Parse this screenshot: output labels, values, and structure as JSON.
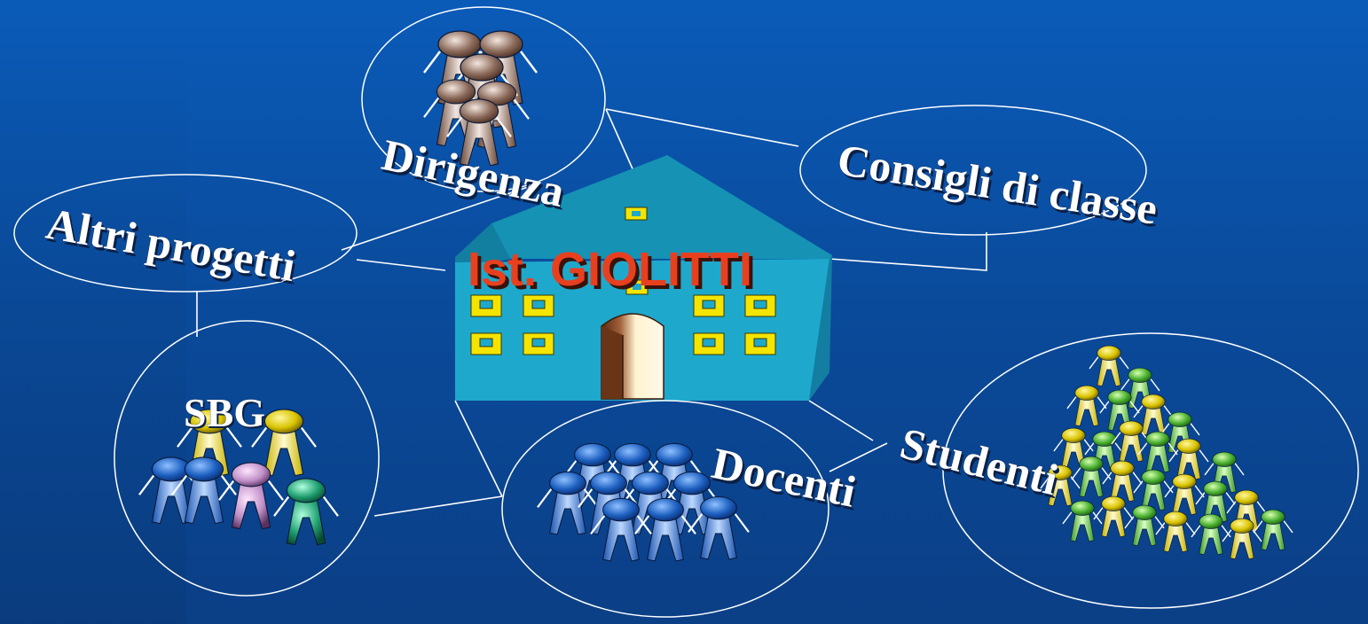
{
  "school": {
    "name": "Ist. GIOLITTI"
  },
  "nodes": {
    "dirigenza": {
      "label": "Dirigenza"
    },
    "consigli": {
      "label": "Consigli di classe"
    },
    "altri": {
      "label": "Altri progetti"
    },
    "sbg": {
      "label": "SBG"
    },
    "docenti": {
      "label": "Docenti"
    },
    "studenti": {
      "label": "Studenti"
    }
  },
  "colors": {
    "background": "#0a4fa6",
    "building_front": "#1fa6c8",
    "building_roof": "#1590b4",
    "window": "#f4e400",
    "window_pane": "#1fa6c8",
    "door": "#8a4a2a",
    "title": "#e8401f",
    "label": "#ffffff",
    "outline": "#ffffff"
  },
  "icons": {
    "building": "school-building-icon",
    "people_dirigenza": "group-brown-people-icon",
    "people_docenti": "group-blue-people-icon",
    "people_studenti": "group-green-yellow-people-icon",
    "people_sbg": "group-mixed-people-icon"
  }
}
